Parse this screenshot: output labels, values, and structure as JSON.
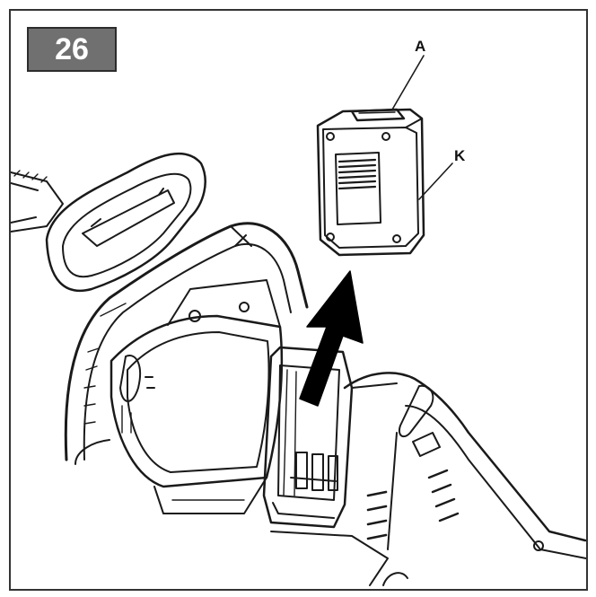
{
  "figure": {
    "step_number": "26",
    "badge_color": "#707070",
    "line_color": "#1a1a1a",
    "arrow_color": "#000000",
    "callouts": [
      {
        "letter": "A",
        "target": "battery-release-button"
      },
      {
        "letter": "K",
        "target": "battery-pack"
      }
    ],
    "icons": [
      "chainsaw",
      "battery-pack",
      "up-arrow-icon"
    ]
  }
}
